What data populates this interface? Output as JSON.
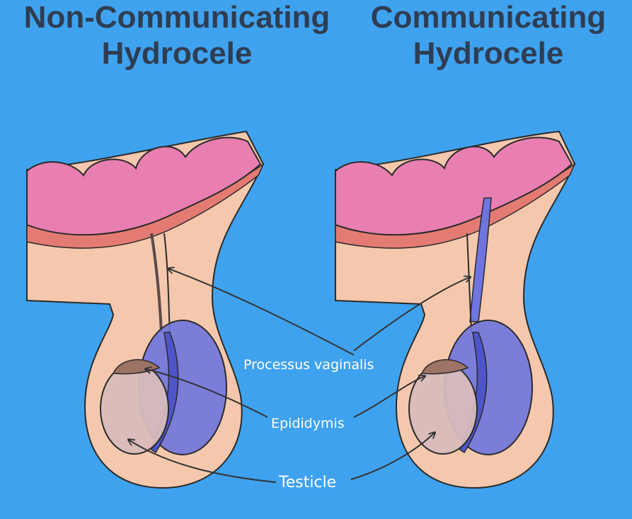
{
  "titles": {
    "left": [
      "Non-Communicating",
      "Hydrocele"
    ],
    "right": [
      "Communicating",
      "Hydrocele"
    ]
  },
  "labels": {
    "processus_vaginalis": "Processus vaginalis",
    "epididymis": "Epididymis",
    "testicle": "Testicle"
  },
  "colors": {
    "background": "#3fa2ef",
    "title_text": "#2f3d52",
    "label_text": "#ffffff",
    "skin": "#f5c8ad",
    "muscle": "#e47b72",
    "intestine": "#e87fb0",
    "fluid": "#6f74de",
    "testicle": "#d8bcbc",
    "epididymis": "#9c7364",
    "outline": "#2a2a2a",
    "arrow": "#333333"
  }
}
